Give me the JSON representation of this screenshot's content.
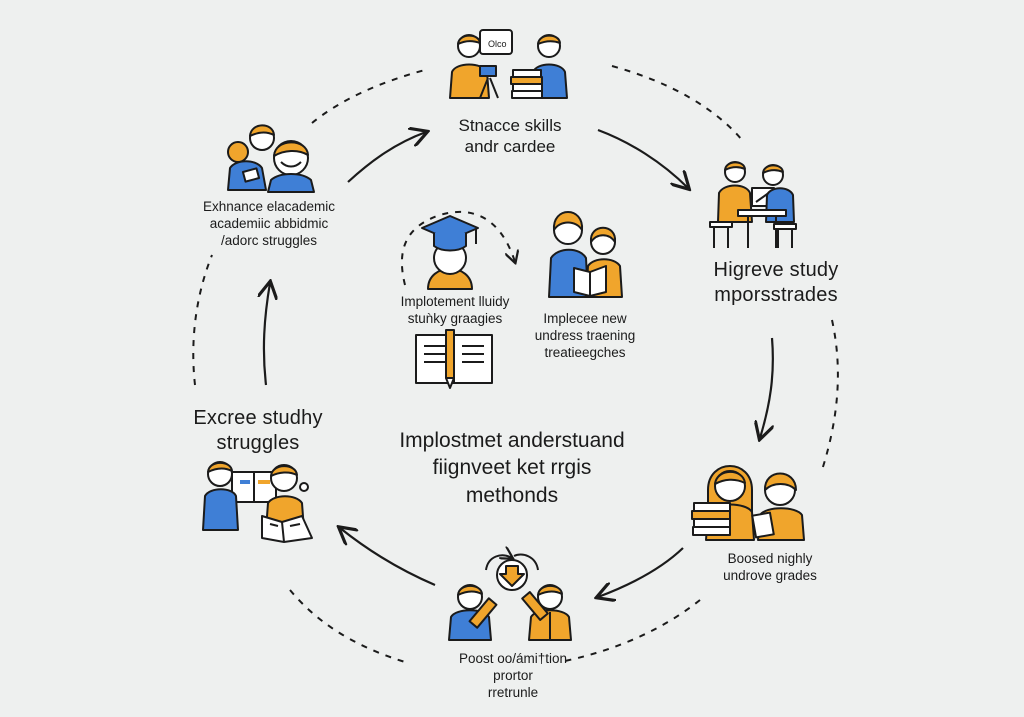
{
  "colors": {
    "background": "#eef0ef",
    "orange": "#f0a52c",
    "blue": "#3f7fd6",
    "skin": "#ffffff",
    "ink": "#1b1b1b"
  },
  "nodes": {
    "top": {
      "lines": [
        "Stnacce skills",
        "andr cardee"
      ],
      "icon": "teacher-and-student-icon"
    },
    "right_top": {
      "lines": [
        "Higreve study",
        "mporsstrades"
      ],
      "icon": "students-at-computer-icon"
    },
    "right_bottom": {
      "lines": [
        "Boosed nighly",
        "undrove grades"
      ],
      "icon": "students-with-books-icon"
    },
    "bottom": {
      "lines": [
        "Poost oo/ámi†tion",
        "prortor",
        "rretrunle"
      ],
      "icon": "students-with-pencils-icon"
    },
    "left_bottom": {
      "lines": [
        "Excree studhy",
        "struggles"
      ],
      "icon": "students-reading-icon"
    },
    "left_top": {
      "lines": [
        "Exhnance elacademic",
        "academiic abbidmic",
        "/adorc struggles"
      ],
      "icon": "parent-and-child-icon"
    }
  },
  "inner": {
    "left": {
      "lines": [
        "Implotement lluidy",
        "stuǹky graagies"
      ],
      "icons": [
        "graduate-cap-icon",
        "open-book-icon"
      ]
    },
    "right": {
      "lines": [
        "Impleceе new",
        "undress traening",
        "treatieegches"
      ],
      "icon": "parent-reading-with-child-icon"
    }
  },
  "center": {
    "lines": [
      "Implostmet anderstuand",
      "fiignveet  ket rrgis",
      "methonds"
    ]
  }
}
